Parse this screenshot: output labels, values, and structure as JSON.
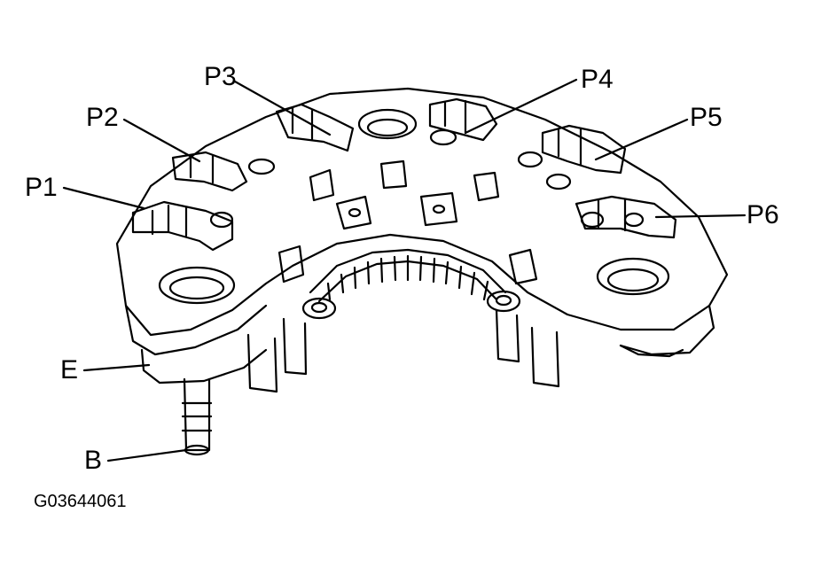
{
  "labels": {
    "p1": "P1",
    "p2": "P2",
    "p3": "P3",
    "p4": "P4",
    "p5": "P5",
    "p6": "P6",
    "e": "E",
    "b": "B"
  },
  "figure_id": "G03644061"
}
